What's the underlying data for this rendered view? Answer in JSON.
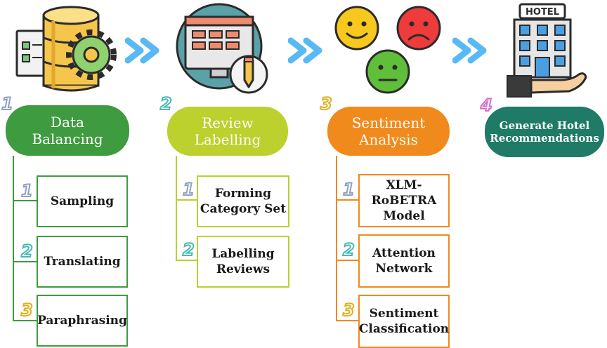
{
  "colors": {
    "step1": "#3f9b3f",
    "step2": "#bcd02e",
    "step3": "#f08a1c",
    "step4": "#1f7a66",
    "arrow": "#58b9f5",
    "num1": "#8fa0c0",
    "num2": "#49b8b5",
    "num3": "#e0b020",
    "num4": "#d76fd0"
  },
  "steps": [
    {
      "number": "1",
      "title": "Data\nBalancing",
      "icon": "database-gear-icon",
      "substeps": [
        {
          "number": "1",
          "label": "Sampling"
        },
        {
          "number": "2",
          "label": "Translating"
        },
        {
          "number": "3",
          "label": "Paraphrasing"
        }
      ]
    },
    {
      "number": "2",
      "title": "Review\nLabelling",
      "icon": "monitor-pencil-icon",
      "substeps": [
        {
          "number": "1",
          "label": "Forming\nCategory Set"
        },
        {
          "number": "2",
          "label": "Labelling\nReviews"
        }
      ]
    },
    {
      "number": "3",
      "title": "Sentiment\nAnalysis",
      "icon": "emoji-faces-icon",
      "substeps": [
        {
          "number": "1",
          "label": "XLM-RoBETRA\nModel"
        },
        {
          "number": "2",
          "label": "Attention\nNetwork"
        },
        {
          "number": "3",
          "label": "Sentiment\nClassification"
        }
      ]
    },
    {
      "number": "4",
      "title": "Generate Hotel\nRecommendations",
      "icon": "hotel-icon",
      "substeps": []
    }
  ],
  "hotel_sign": "HOTEL"
}
